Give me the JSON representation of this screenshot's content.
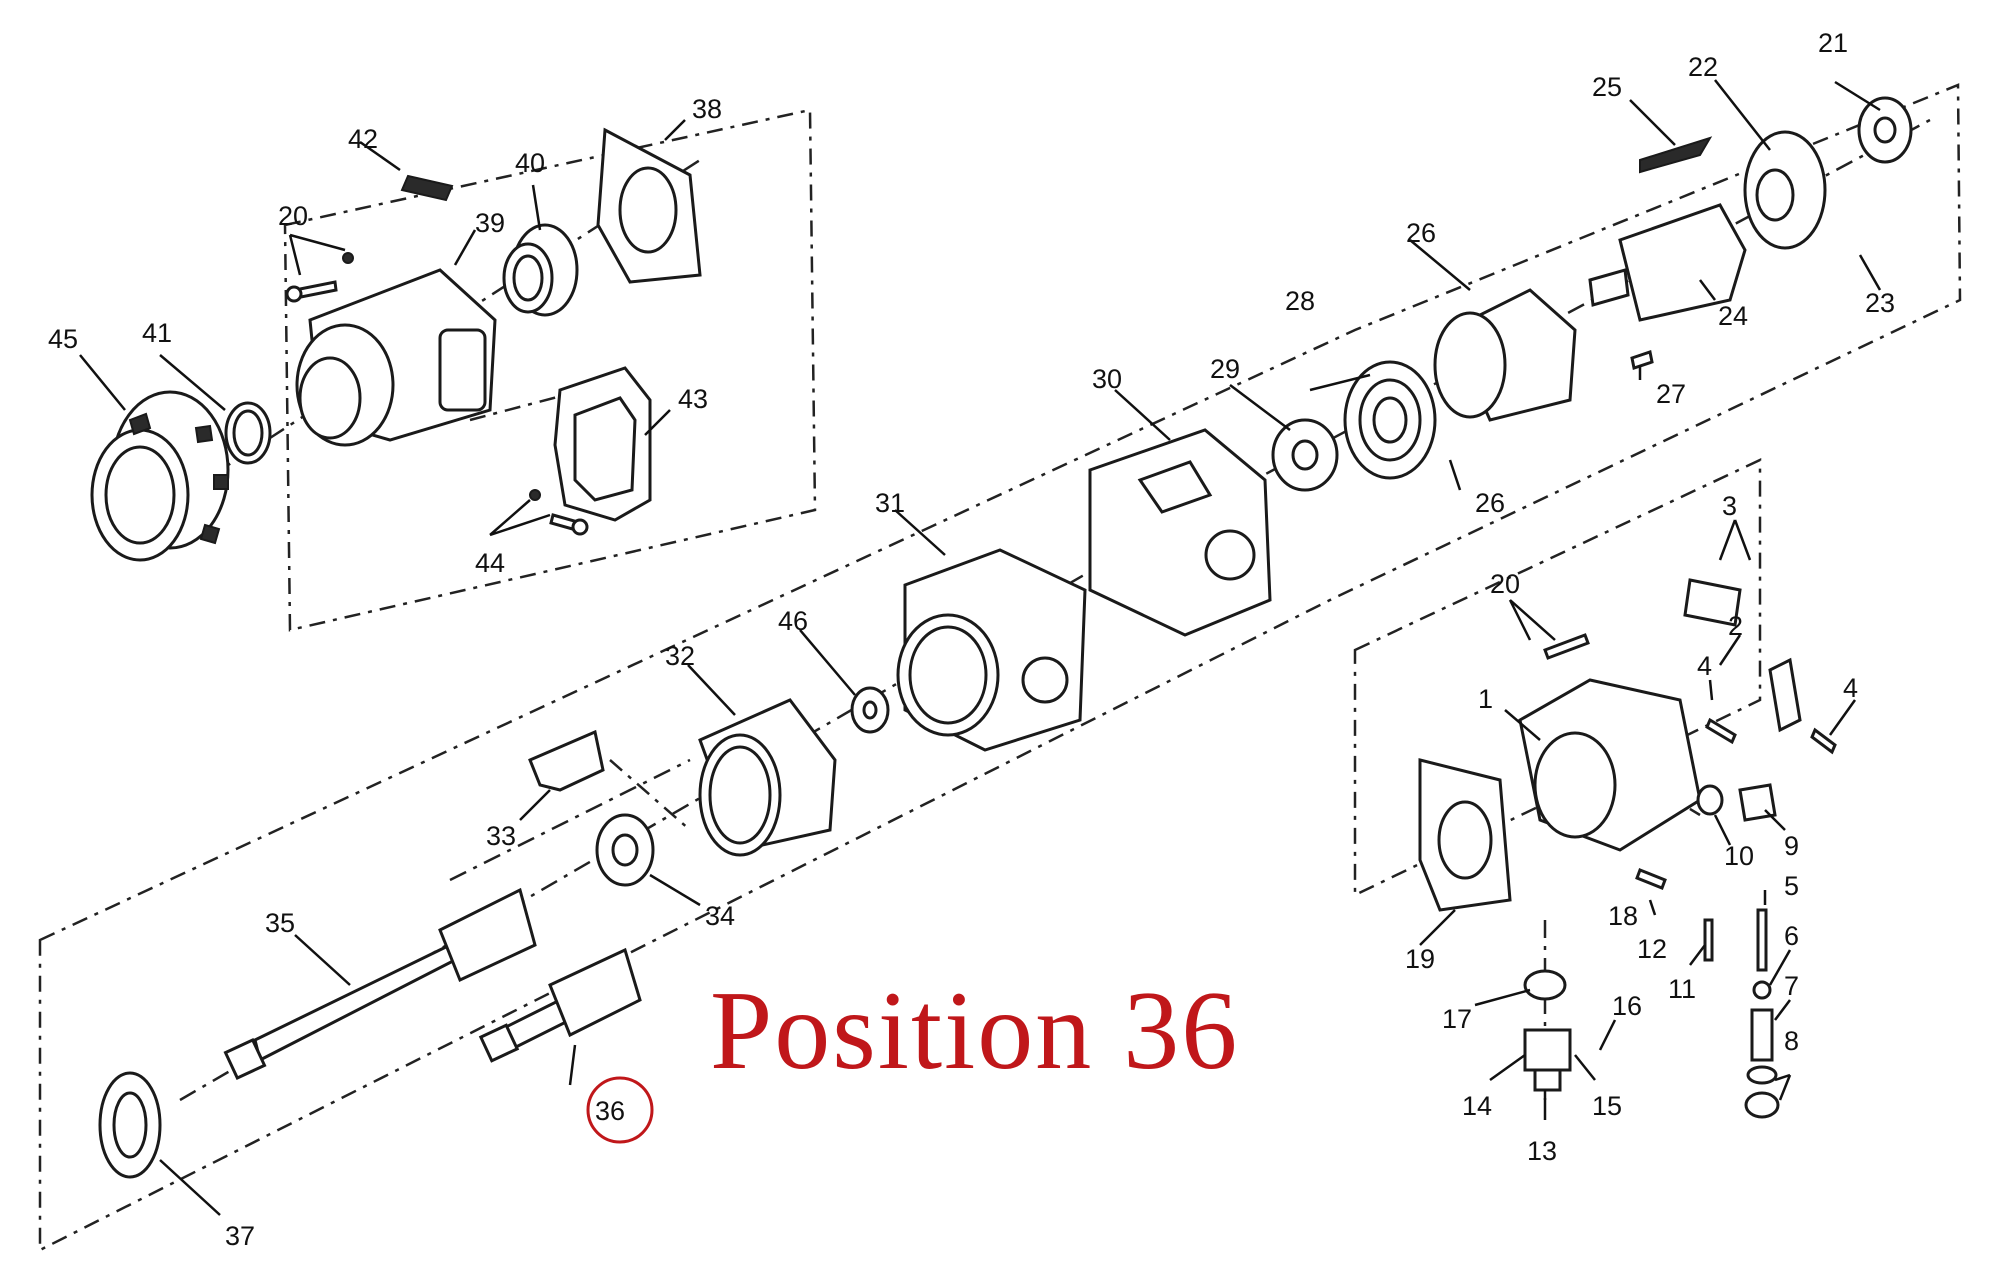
{
  "headline": "Position 36",
  "highlight_color": "#c0171a",
  "parts": [
    {
      "id": "n1",
      "text": "1"
    },
    {
      "id": "n2",
      "text": "2"
    },
    {
      "id": "n3",
      "text": "3"
    },
    {
      "id": "n4a",
      "text": "4"
    },
    {
      "id": "n4b",
      "text": "4"
    },
    {
      "id": "n5",
      "text": "5"
    },
    {
      "id": "n6",
      "text": "6"
    },
    {
      "id": "n7",
      "text": "7"
    },
    {
      "id": "n8",
      "text": "8"
    },
    {
      "id": "n9",
      "text": "9"
    },
    {
      "id": "n10",
      "text": "10"
    },
    {
      "id": "n11",
      "text": "11"
    },
    {
      "id": "n12",
      "text": "12"
    },
    {
      "id": "n13",
      "text": "13"
    },
    {
      "id": "n14",
      "text": "14"
    },
    {
      "id": "n15",
      "text": "15"
    },
    {
      "id": "n16",
      "text": "16"
    },
    {
      "id": "n17",
      "text": "17"
    },
    {
      "id": "n18",
      "text": "18"
    },
    {
      "id": "n19",
      "text": "19"
    },
    {
      "id": "n20a",
      "text": "20"
    },
    {
      "id": "n20b",
      "text": "20"
    },
    {
      "id": "n21",
      "text": "21"
    },
    {
      "id": "n22",
      "text": "22"
    },
    {
      "id": "n23",
      "text": "23"
    },
    {
      "id": "n24",
      "text": "24"
    },
    {
      "id": "n25",
      "text": "25"
    },
    {
      "id": "n26a",
      "text": "26"
    },
    {
      "id": "n26b",
      "text": "26"
    },
    {
      "id": "n27",
      "text": "27"
    },
    {
      "id": "n28",
      "text": "28"
    },
    {
      "id": "n29",
      "text": "29"
    },
    {
      "id": "n30",
      "text": "30"
    },
    {
      "id": "n31",
      "text": "31"
    },
    {
      "id": "n32",
      "text": "32"
    },
    {
      "id": "n33",
      "text": "33"
    },
    {
      "id": "n34",
      "text": "34"
    },
    {
      "id": "n35",
      "text": "35"
    },
    {
      "id": "n36",
      "text": "36"
    },
    {
      "id": "n37",
      "text": "37"
    },
    {
      "id": "n38",
      "text": "38"
    },
    {
      "id": "n39",
      "text": "39"
    },
    {
      "id": "n40",
      "text": "40"
    },
    {
      "id": "n41",
      "text": "41"
    },
    {
      "id": "n42",
      "text": "42"
    },
    {
      "id": "n43",
      "text": "43"
    },
    {
      "id": "n44",
      "text": "44"
    },
    {
      "id": "n45",
      "text": "45"
    },
    {
      "id": "n46",
      "text": "46"
    }
  ],
  "highlighted_part": "36"
}
